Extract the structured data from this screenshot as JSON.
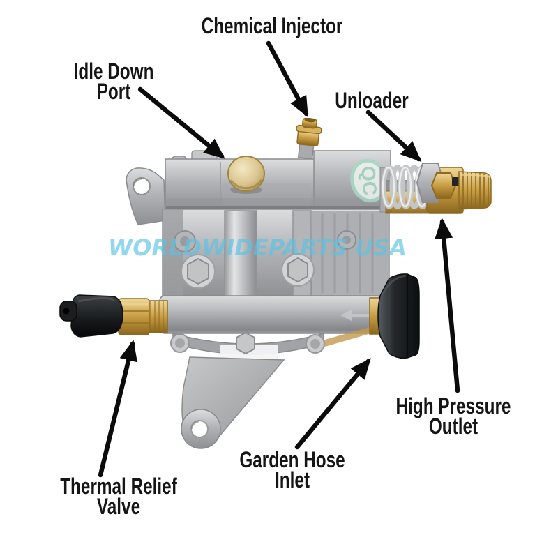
{
  "image_type": "labeled parts diagram of a pressure washer pump",
  "watermark": {
    "text": "WORLDWIDEPARTS USA"
  },
  "badge": {
    "text": "QC"
  },
  "labels": {
    "chemical_injector": {
      "line1": "Chemical Injector"
    },
    "idle_down_port": {
      "line1": "Idle Down",
      "line2": "Port"
    },
    "unloader": {
      "line1": "Unloader"
    },
    "high_pressure_outlet": {
      "line1": "High Pressure",
      "line2": "Outlet"
    },
    "garden_hose_inlet": {
      "line1": "Garden Hose",
      "line2": "Inlet"
    },
    "thermal_relief_valve": {
      "line1": "Thermal Relief",
      "line2": "Valve"
    }
  },
  "colors": {
    "background": "#ffffff",
    "label_text": "#151515",
    "arrow": "#0b0b0b",
    "watermark": "rgba(90,195,228,0.8)",
    "badge_teal": "#9fccbc",
    "metal": "#b3b4b7",
    "brass": "#c89d42",
    "knob_black": "#1a1d1f",
    "idle_cap_cream": "#dcc690"
  }
}
